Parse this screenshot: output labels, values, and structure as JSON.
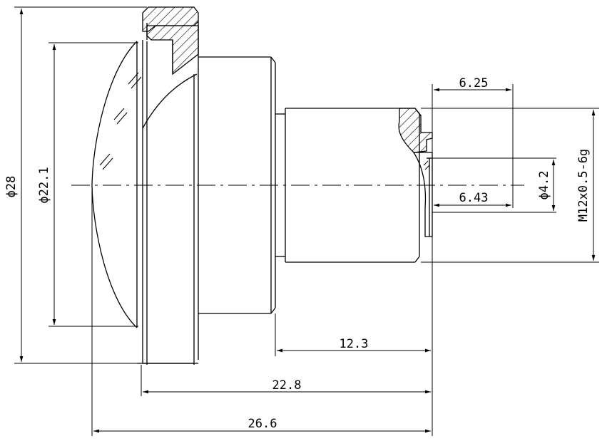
{
  "drawing": {
    "dimensions": {
      "outer_diameter": "ϕ28",
      "lens_diameter": "ϕ22.1",
      "thread_length": "6.25",
      "rear_depth": "6.43",
      "rear_diameter": "ϕ4.2",
      "thread_spec": "M12x0.5-6g",
      "barrel_length": "12.3",
      "flange_to_rear": "22.8",
      "overall_length": "26.6"
    }
  }
}
